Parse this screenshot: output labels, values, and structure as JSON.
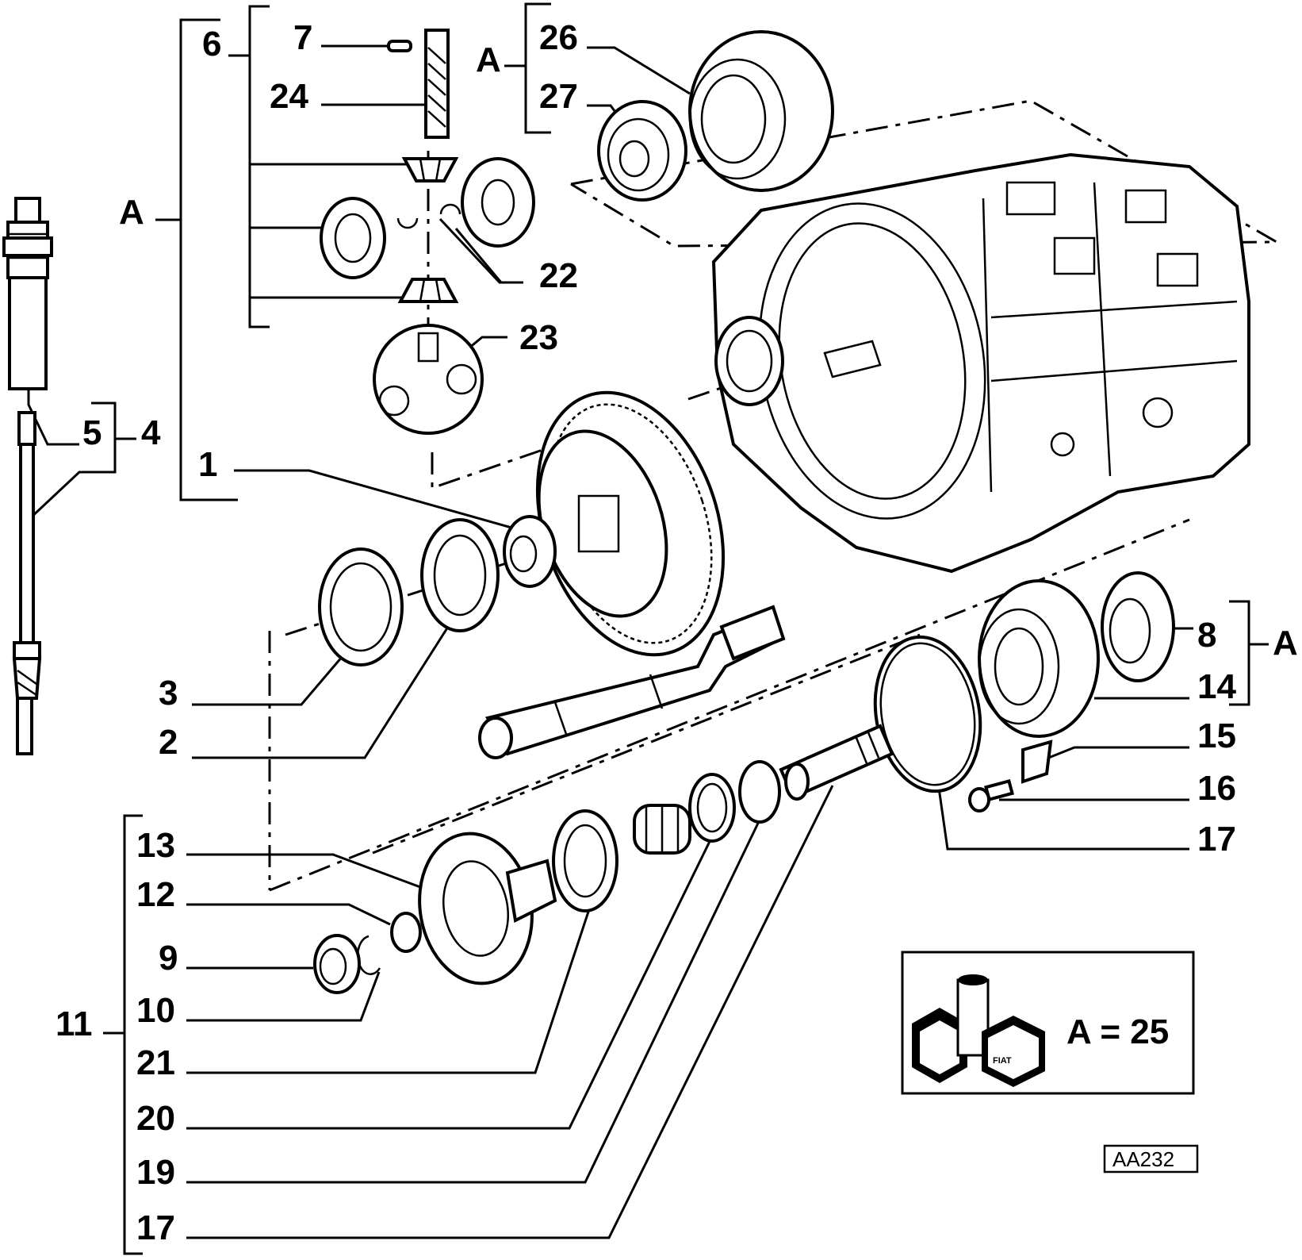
{
  "labels": {
    "l7": "7",
    "l6": "6",
    "l24": "24",
    "l26": "26",
    "l27": "27",
    "lA_top": "A",
    "lA_left": "A",
    "l22": "22",
    "l23": "23",
    "l5": "5",
    "l4": "4",
    "l1": "1",
    "l3": "3",
    "l2": "2",
    "l8": "8",
    "l14": "14",
    "lA_right": "A",
    "l15": "15",
    "l16": "16",
    "l17_right": "17",
    "l13": "13",
    "l12": "12",
    "l9": "9",
    "l10": "10",
    "l11": "11",
    "l21": "21",
    "l20": "20",
    "l19": "19",
    "l17_bottom": "17"
  },
  "kit_box": {
    "equation": "A = 25",
    "brand": "FIAT"
  },
  "reference_code": "AA232"
}
